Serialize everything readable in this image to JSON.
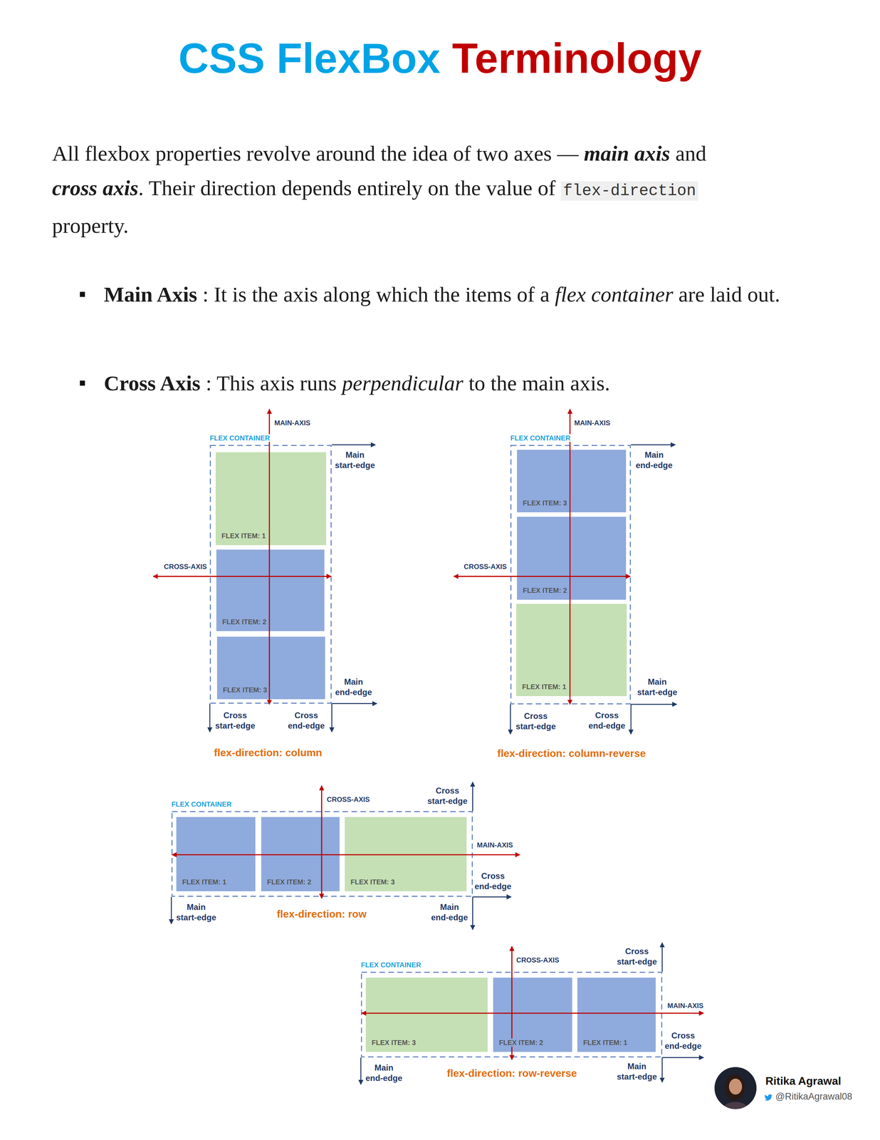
{
  "diagram": {
    "title": "CSS FlexBox Terminology",
    "nodes": [
      {
        "text": [
          "FLEX CONTAINER"
        ]
      },
      {
        "text": [
          "FLEX ITEM: 1"
        ],
        "in": 0
      },
      {
        "text": [
          "FLEX ITEM: 2"
        ],
        "in": 0
      },
      {
        "text": [
          "FLEX ITEM: 3"
        ],
        "in": 0
      },
      {
        "text": [
          "FLEX CONTAINER"
        ]
      },
      {
        "text": [
          "FLEX ITEM: 3"
        ],
        "in": 4
      },
      {
        "text": [
          "FLEX ITEM: 2"
        ],
        "in": 4
      },
      {
        "text": [
          "FLEX ITEM: 1"
        ],
        "in": 4
      },
      {
        "text": [
          "FLEX CONTAINER"
        ]
      },
      {
        "text": [
          "FLEX ITEM: 1"
        ],
        "in": 8
      },
      {
        "text": [
          "FLEX ITEM: 2"
        ],
        "in": 8
      },
      {
        "text": [
          "FLEX ITEM: 3"
        ],
        "in": 8
      },
      {
        "text": [
          "FLEX CONTAINER"
        ]
      },
      {
        "text": [
          "FLEX ITEM: 3"
        ],
        "in": 12
      },
      {
        "text": [
          "FLEX ITEM: 2"
        ],
        "in": 12
      },
      {
        "text": [
          "FLEX ITEM: 1"
        ],
        "in": 12
      }
    ],
    "labels": [
      "All flexbox properties revolve around the idea of two axes —",
      "main axis",
      "and",
      "cross axis",
      ". Their direction depends entirely on the value of",
      "flex-direction",
      "property.",
      "Main Axis",
      ": It is the axis along which the items of a",
      "flex container",
      "are laid out.",
      "Cross Axis",
      ": This axis runs",
      "perpendicular",
      "to the main axis.",
      "MAIN-AXIS",
      "Main start-edge",
      "CROSS-AXIS",
      "Main end-edge",
      "Cross start-edge",
      "Cross end-edge",
      "flex-direction: column",
      "MAIN-AXIS",
      "Main end-edge",
      "CROSS-AXIS",
      "Main start-edge",
      "Cross start-edge",
      "Cross end-edge",
      "flex-direction: column-reverse",
      "Cross start-edge",
      "CROSS-AXIS",
      "MAIN-AXIS",
      "Cross end-edge",
      "Main start-edge",
      "flex-direction: row",
      "Main end-edge",
      "Cross start-edge",
      "CROSS-AXIS",
      "MAIN-AXIS",
      "Cross end-edge",
      "Main end-edge",
      "flex-direction: row-reverse",
      "Main start-edge",
      "Ritika Agrawal",
      "@RitikaAgrawal08"
    ]
  }
}
